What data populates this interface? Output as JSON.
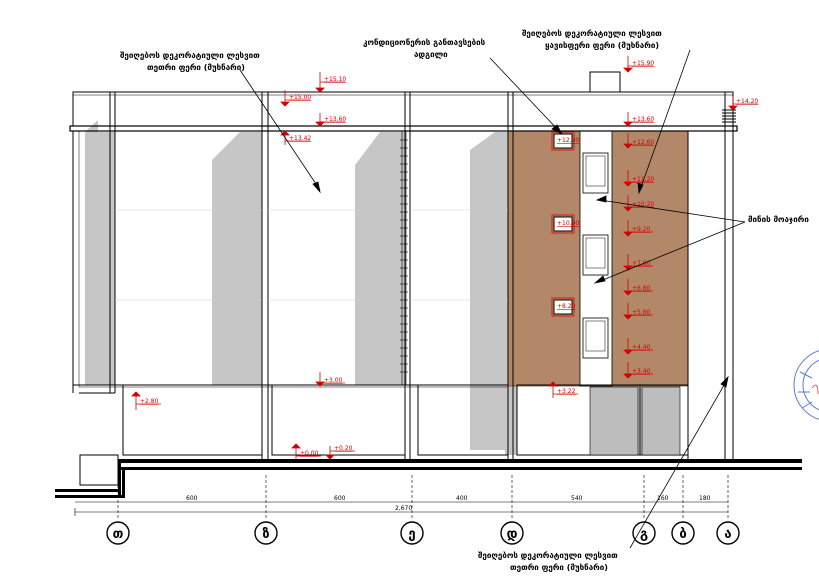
{
  "annotations": {
    "facade_white_top_line1": "შეიღებოს დეკორატიული ლესვით",
    "facade_white_top_line2": "თეთრი ფერი (მუხნარი)",
    "ac_place_line1": "კონდიციონერის განთავსების",
    "ac_place_line2": "ადგილი",
    "facade_brown_line1": "შეიღებოს დეკორატიული ლესვით",
    "facade_brown_line2": "ყავისფერი ფერი (მუხნარი)",
    "glass_wall": "მინის მოაჯირი",
    "facade_white_bottom_line1": "შეიღებოს დეკორატიული ლესვით",
    "facade_white_bottom_line2": "თეთრი ფერი (მუხნარი)"
  },
  "elevations": {
    "e1510": "+15.10",
    "e1500": "+15.00",
    "e1590": "+15.90",
    "e1420": "+14.20",
    "e1360a": "+13.60",
    "e1360b": "+13.60",
    "e1342": "+13.42",
    "e1260": "+12.60",
    "e1120": "+11.20",
    "e1020": "+10.20",
    "e920": "+9.20",
    "e780": "+7.80",
    "e680": "+6.80",
    "e580": "+5.80",
    "e440": "+4.40",
    "e340": "+3.40",
    "e322": "+3.22",
    "e300": "+3.00",
    "e280": "+2.80",
    "e020": "+0.20",
    "e000": "±0.00",
    "ac1": "+12.90",
    "ac2": "+10.90",
    "ac3": "+8.20"
  },
  "dimensions": {
    "d1": "600",
    "d2": "600",
    "d3": "400",
    "d4": "540",
    "d5": "160",
    "d6": "180",
    "total": "2,670"
  },
  "axes": [
    "თ",
    "ზ",
    "ე",
    "დ",
    "გ",
    "ბ",
    "ა"
  ],
  "colors": {
    "wall_brown": "#b38868",
    "shadow_gray": "#c4c4c4",
    "elevation_red": "#d40000"
  }
}
